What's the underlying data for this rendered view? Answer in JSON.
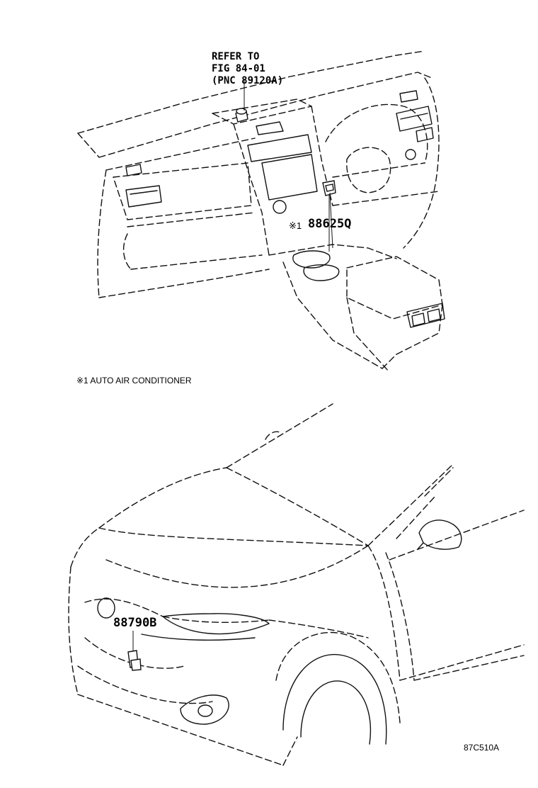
{
  "callouts": {
    "refer_line1": "REFER TO",
    "refer_line2": "FIG 84-01",
    "refer_line3": "(PNC 89120A)",
    "interior_mark": "※1",
    "interior_part": "88625Q",
    "exterior_part": "88790B"
  },
  "notes": {
    "footnote": "※1 AUTO AIR CONDITIONER"
  },
  "figure": {
    "code": "87C510A"
  }
}
